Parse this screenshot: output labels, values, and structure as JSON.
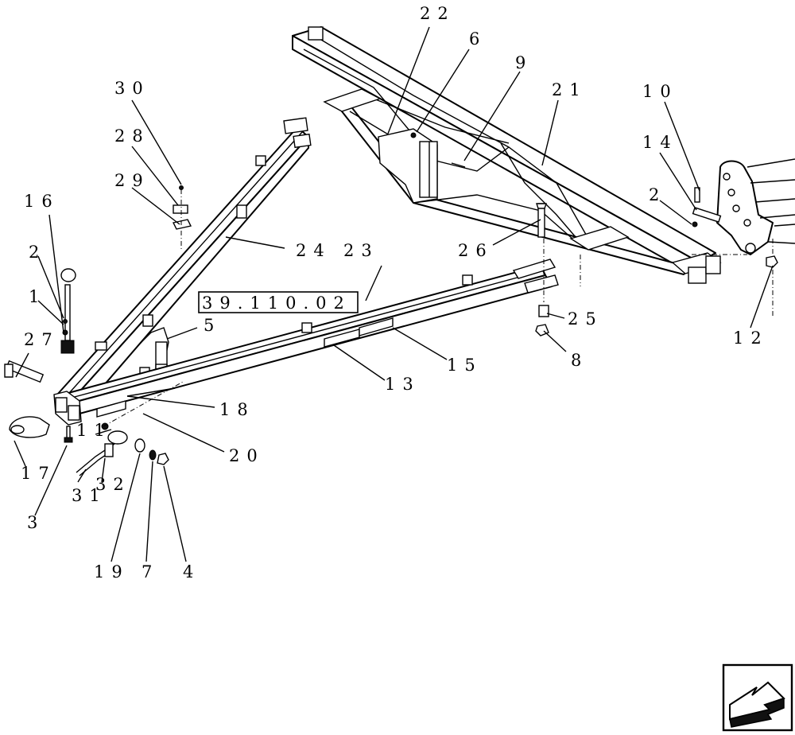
{
  "reference_box": "39.110.02",
  "callouts": {
    "c22": "22",
    "c6": "6",
    "c9": "9",
    "c21": "21",
    "c30": "30",
    "c28": "28",
    "c29": "29",
    "c10": "10",
    "c14": "14",
    "c2b": "2",
    "c16": "16",
    "c2": "2",
    "c1": "1",
    "c27": "27",
    "c24": "24",
    "c23": "23",
    "c26": "26",
    "c5": "5",
    "c25": "25",
    "c8": "8",
    "c12": "12",
    "c15": "15",
    "c13": "13",
    "c18": "18",
    "c20": "20",
    "c11": "11",
    "c17": "17",
    "c3": "3",
    "c31": "31",
    "c32": "32",
    "c19": "19",
    "c7": "7",
    "c4": "4"
  },
  "nav_icon": "back-arrow-icon"
}
